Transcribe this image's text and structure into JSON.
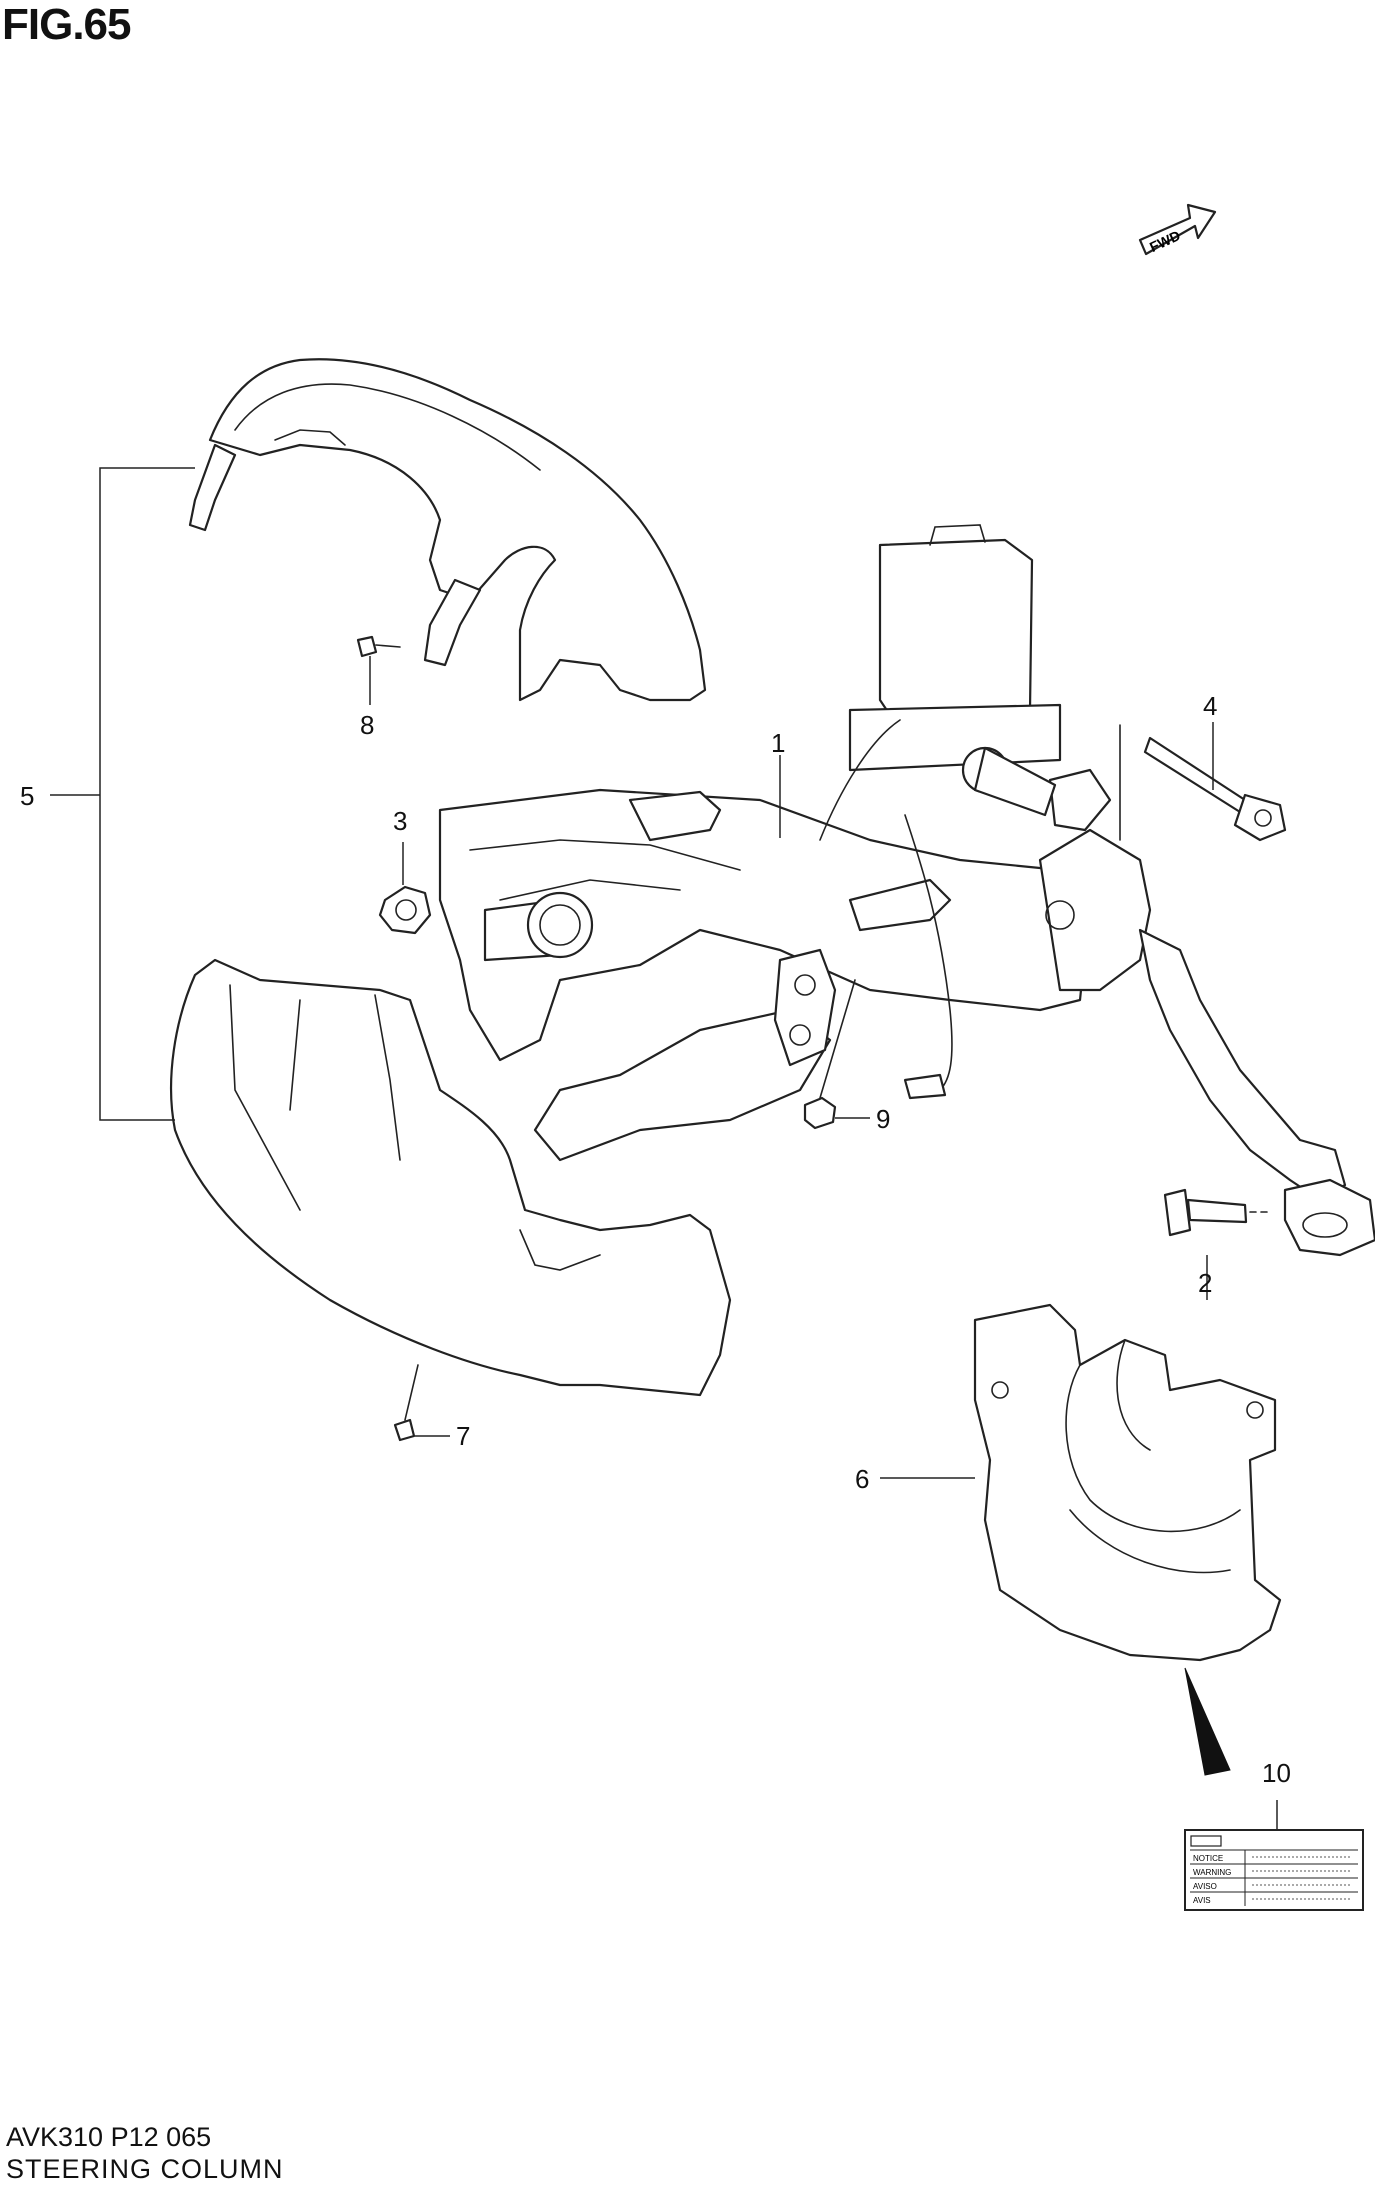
{
  "figure": {
    "title": "FIG.65",
    "code": "AVK310 P12 065",
    "name": "STEERING COLUMN",
    "fwd_label": "FWD"
  },
  "callouts": [
    {
      "id": "1",
      "label": "1"
    },
    {
      "id": "2",
      "label": "2"
    },
    {
      "id": "3",
      "label": "3"
    },
    {
      "id": "4",
      "label": "4"
    },
    {
      "id": "5",
      "label": "5"
    },
    {
      "id": "6",
      "label": "6"
    },
    {
      "id": "7",
      "label": "7"
    },
    {
      "id": "8",
      "label": "8"
    },
    {
      "id": "9",
      "label": "9"
    },
    {
      "id": "10",
      "label": "10"
    }
  ],
  "label_plate_lines": [
    "NOTICE",
    "WARNING",
    "AVISO",
    "AVIS"
  ]
}
